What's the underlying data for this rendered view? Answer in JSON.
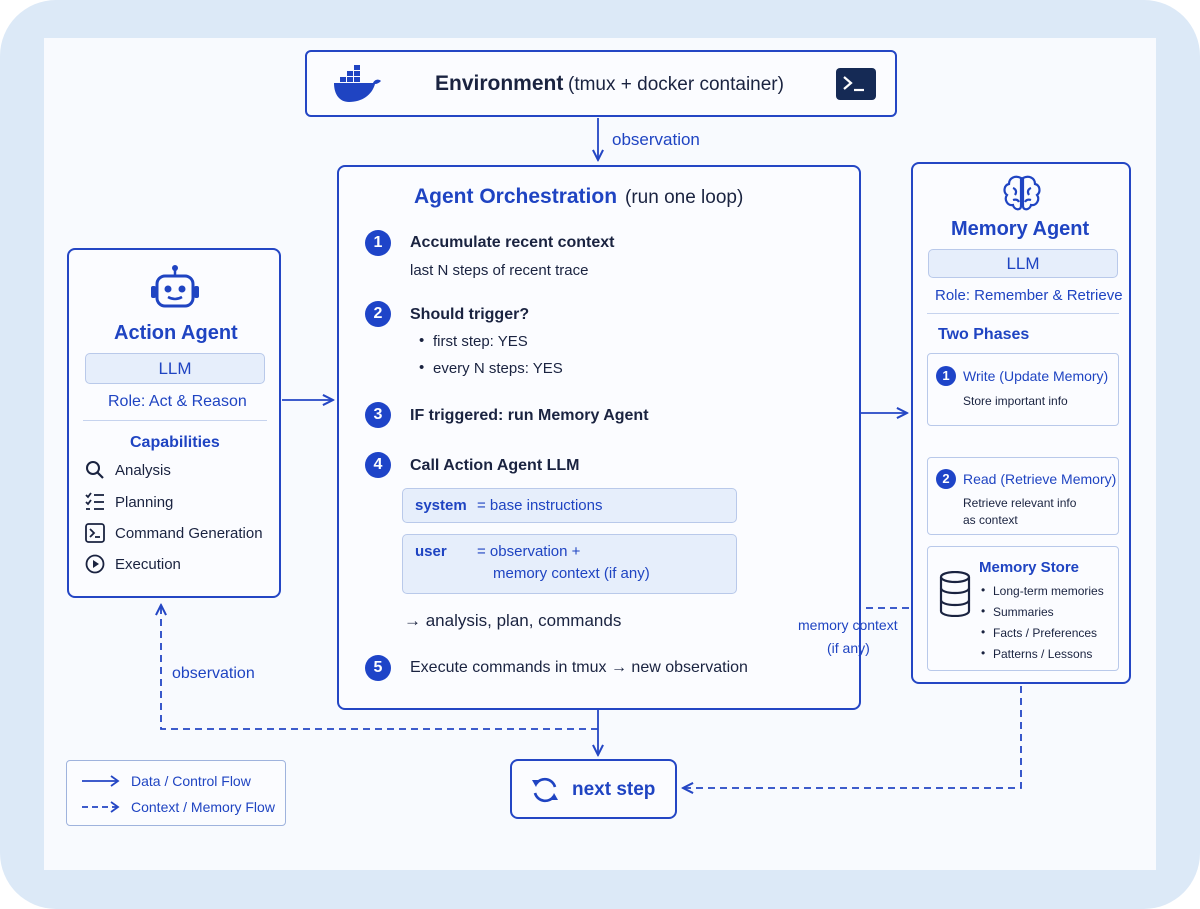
{
  "env": {
    "title": "Environment",
    "subtitle": "(tmux + docker container)",
    "docker_icon": "docker-whale-icon",
    "terminal_icon": "terminal-icon"
  },
  "labels": {
    "observation_top": "observation",
    "observation_left": "observation",
    "memory_context_1": "memory context",
    "memory_context_2": "(if any)"
  },
  "orchestration": {
    "title": "Agent Orchestration",
    "subtitle": "(run one loop)",
    "steps": [
      {
        "num": "1",
        "title": "Accumulate recent context",
        "detail": "last N steps of recent trace"
      },
      {
        "num": "2",
        "title": "Should trigger?",
        "bullets": [
          "first step: YES",
          "every N steps: YES"
        ]
      },
      {
        "num": "3",
        "title": "IF triggered: run Memory Agent"
      },
      {
        "num": "4",
        "title": "Call Action Agent LLM"
      },
      {
        "num": "5",
        "title": "Execute commands in tmux → new observation"
      }
    ],
    "system_key": "system",
    "system_val": "= base instructions",
    "user_key": "user",
    "user_val_1": "= observation +",
    "user_val_2": "memory context (if any)",
    "output": "→ analysis, plan, commands"
  },
  "action_agent": {
    "icon": "robot-icon",
    "title": "Action Agent",
    "llm": "LLM",
    "role": "Role: Act & Reason",
    "cap_title": "Capabilities",
    "capabilities": [
      {
        "icon": "search-icon",
        "label": "Analysis"
      },
      {
        "icon": "checklist-icon",
        "label": "Planning"
      },
      {
        "icon": "terminal-icon",
        "label": "Command Generation"
      },
      {
        "icon": "play-icon",
        "label": "Execution"
      }
    ]
  },
  "memory_agent": {
    "icon": "brain-icon",
    "title": "Memory Agent",
    "llm": "LLM",
    "role": "Role: Remember & Retrieve",
    "phases_title": "Two Phases",
    "phase1": {
      "num": "1",
      "title": "Write (Update Memory)",
      "desc": "Store important info"
    },
    "phase2": {
      "num": "2",
      "title": "Read (Retrieve Memory)",
      "desc_1": "Retrieve relevant info",
      "desc_2": "as context"
    },
    "store": {
      "icon": "database-icon",
      "title": "Memory Store",
      "items": [
        "Long-term memories",
        "Summaries",
        "Facts / Preferences",
        "Patterns / Lessons"
      ]
    }
  },
  "next_step": {
    "icon": "refresh-icon",
    "label": "next step"
  },
  "legend": {
    "solid": "Data / Control Flow",
    "dashed": "Context / Memory Flow"
  },
  "colors": {
    "accent": "#1f44c2",
    "background": "#dce9f7",
    "panel": "#fbfcff"
  }
}
